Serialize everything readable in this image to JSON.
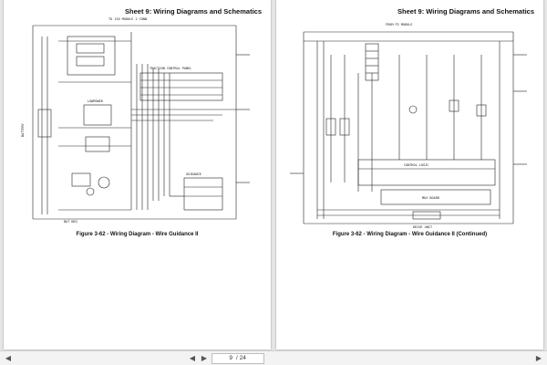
{
  "pages": [
    {
      "sheet_title": "Sheet 9: Wiring Diagrams and Schematics",
      "caption": "Figure 3-62 - Wiring Diagram - Wire Guidance II",
      "labels": {
        "top_note": "TO 120 MODULE 2 CONN",
        "battery": "BATTERY",
        "guidance": "GUIDANCE",
        "control_panel": "TRACTION CONTROL PANEL",
        "lowpower": "LOWPOWER",
        "bottom": "BAT NEG"
      }
    },
    {
      "sheet_title": "Sheet 9: Wiring Diagrams and Schematics",
      "caption": "Figure 3-62 - Wiring Diagram - Wire Guidance II (Continued)",
      "labels": {
        "top_note": "FROM P2 MODULE",
        "control_logic": "CONTROL LOGIC",
        "mux": "MUX BOARD",
        "drive": "DRIVE UNIT"
      }
    }
  ],
  "toolbar": {
    "page_current": "9",
    "page_total": "/ 24",
    "prev_glyph": "◀",
    "next_glyph": "▶",
    "left_glyph": "◀",
    "right_glyph": "▶"
  }
}
